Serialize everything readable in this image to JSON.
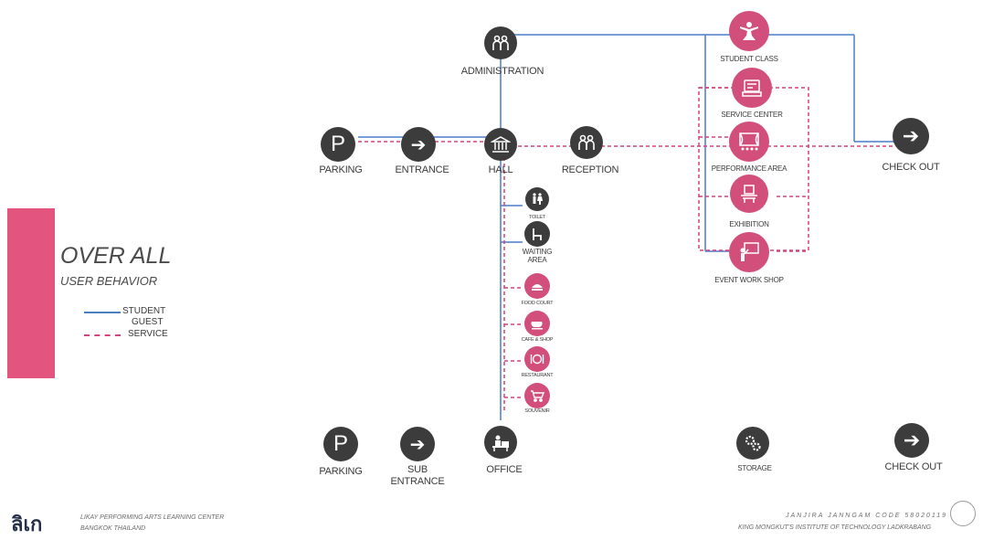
{
  "colors": {
    "student": "#4a7cc8",
    "service": "#d4427f",
    "dark_node": "#3c3c3c",
    "pink_node": "#d24f7c",
    "accent_block": "#e3547f"
  },
  "title": {
    "main": "OVER ALL",
    "sub": "USER BEHAVIOR"
  },
  "legend": [
    {
      "label": "STUDENT",
      "style": "solid",
      "color": "#4a7cc8"
    },
    {
      "label": "GUEST",
      "style": "none",
      "color": ""
    },
    {
      "label": "SERVICE",
      "style": "dashed",
      "color": "#d4427f"
    }
  ],
  "nodes": {
    "administration": {
      "label": "ADMINISTRATION",
      "icon": "people-icon"
    },
    "parking": {
      "label": "PARKING",
      "icon": "parking-icon",
      "glyph": "P"
    },
    "entrance": {
      "label": "ENTRANCE",
      "icon": "arrow-right-icon",
      "glyph": "➔"
    },
    "hall": {
      "label": "HALL",
      "icon": "hall-icon"
    },
    "reception": {
      "label": "RECEPTION",
      "icon": "people-icon"
    },
    "student_class": {
      "label": "STUDENT CLASS",
      "icon": "dancer-icon"
    },
    "service_center": {
      "label": "SERVICE CENTER",
      "icon": "register-icon"
    },
    "performance_area": {
      "label": "PERFORMANCE AREA",
      "icon": "stage-icon"
    },
    "exhibition": {
      "label": "EXHIBITION",
      "icon": "exhibit-icon"
    },
    "event_workshop": {
      "label": "EVENT WORK SHOP",
      "icon": "workshop-icon"
    },
    "check_out": {
      "label": "CHECK OUT",
      "icon": "arrow-right-icon",
      "glyph": "➔"
    },
    "toilet": {
      "label": "TOILET",
      "icon": "toilet-icon"
    },
    "waiting_area": {
      "label": "WAITING\nAREA",
      "icon": "chair-icon"
    },
    "food_court": {
      "label": "FOOD COURT",
      "icon": "food-icon"
    },
    "cafe_shop": {
      "label": "CAFE & SHOP",
      "icon": "cup-icon"
    },
    "restaurant": {
      "label": "RESTAURANT",
      "icon": "plate-icon"
    },
    "souvenir": {
      "label": "SOUVENIR",
      "icon": "cart-icon"
    },
    "parking2": {
      "label": "PARKING",
      "icon": "parking-icon",
      "glyph": "P"
    },
    "sub_entrance": {
      "label": "SUB\nENTRANCE",
      "icon": "arrow-right-icon",
      "glyph": "➔"
    },
    "office": {
      "label": "OFFICE",
      "icon": "office-icon"
    },
    "storage": {
      "label": "STORAGE",
      "icon": "gears-icon"
    },
    "check_out2": {
      "label": "CHECK OUT",
      "icon": "arrow-right-icon",
      "glyph": "➔"
    }
  },
  "footer": {
    "project_line1": "LIKAY PERFORMING ARTS LEARNING CENTER",
    "project_line2": "BANGKOK THAILAND",
    "author": "JANJIRA JANNGAM CODE 58020119",
    "institute": "KING MONGKUT'S INSTITUTE OF TECHNOLOGY LADKRABANG",
    "logo_text": "ลิเก"
  }
}
